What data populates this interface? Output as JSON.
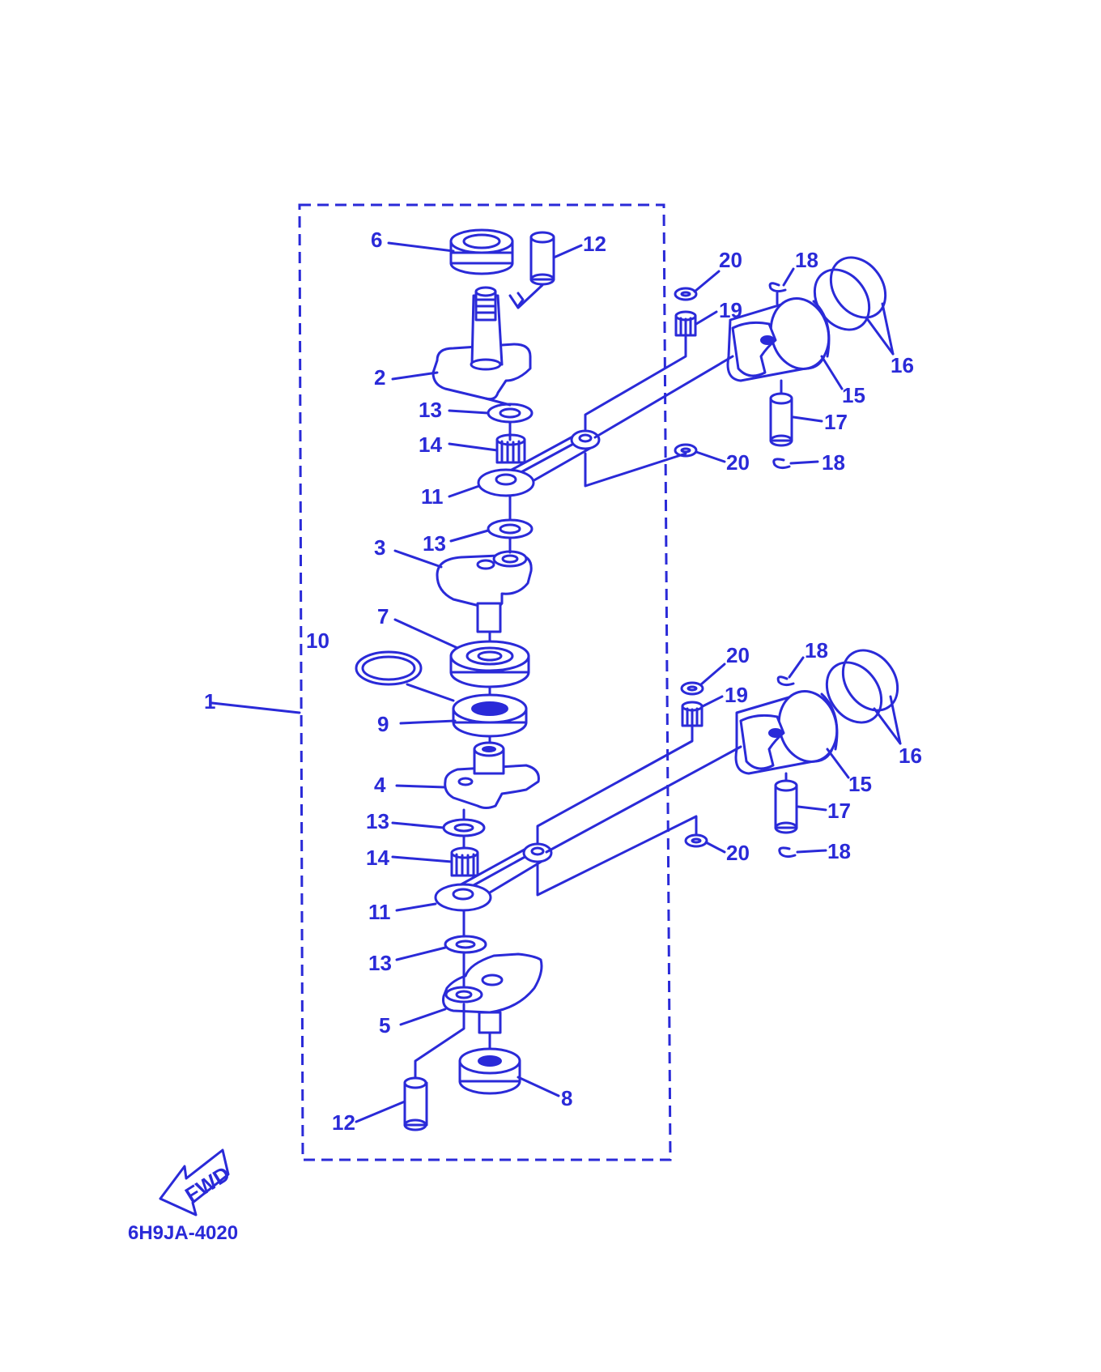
{
  "diagram_code": "6H9JA-4020",
  "fwd_label": "FWD",
  "ink_color": "#2a2ad8",
  "callouts": {
    "c1": "1",
    "c2": "2",
    "c3": "3",
    "c4": "4",
    "c5": "5",
    "c6": "6",
    "c7": "7",
    "c8": "8",
    "c9": "9",
    "c10": "10",
    "c11_top": "11",
    "c11_bot": "11",
    "c12_top": "12",
    "c12_bot": "12",
    "c13_a": "13",
    "c13_b": "13",
    "c13_c": "13",
    "c13_d": "13",
    "c14_top": "14",
    "c14_bot": "14",
    "c15_top": "15",
    "c15_bot": "15",
    "c16_top": "16",
    "c16_bot": "16",
    "c17_top": "17",
    "c17_bot": "17",
    "c18_a": "18",
    "c18_b": "18",
    "c18_c": "18",
    "c18_d": "18",
    "c19_top": "19",
    "c19_bot": "19",
    "c20_a": "20",
    "c20_b": "20",
    "c20_c": "20",
    "c20_d": "20"
  }
}
